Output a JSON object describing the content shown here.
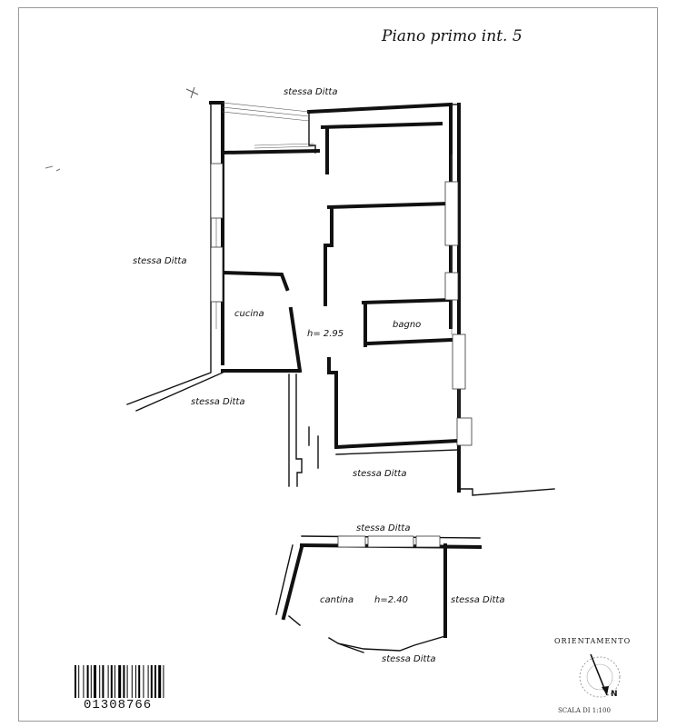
{
  "title": "Piano primo   int. 5",
  "labels": {
    "top": "stessa Ditta",
    "left": "stessa Ditta",
    "lower_left": "stessa Ditta",
    "lower_right": "stessa Ditta",
    "cucina": "cucina",
    "height_main": "h= 2.95",
    "bagno": "bagno",
    "cellar_top": "stessa Ditta",
    "cantina": "cantina",
    "height_cellar": "h=2.40",
    "cellar_right": "stessa Ditta",
    "cellar_bottom": "stessa Ditta"
  },
  "compass": {
    "title": "ORIENTAMENTO",
    "north": "N",
    "scale": "SCALA DI 1:100"
  },
  "barcode": {
    "number": "01308766"
  }
}
